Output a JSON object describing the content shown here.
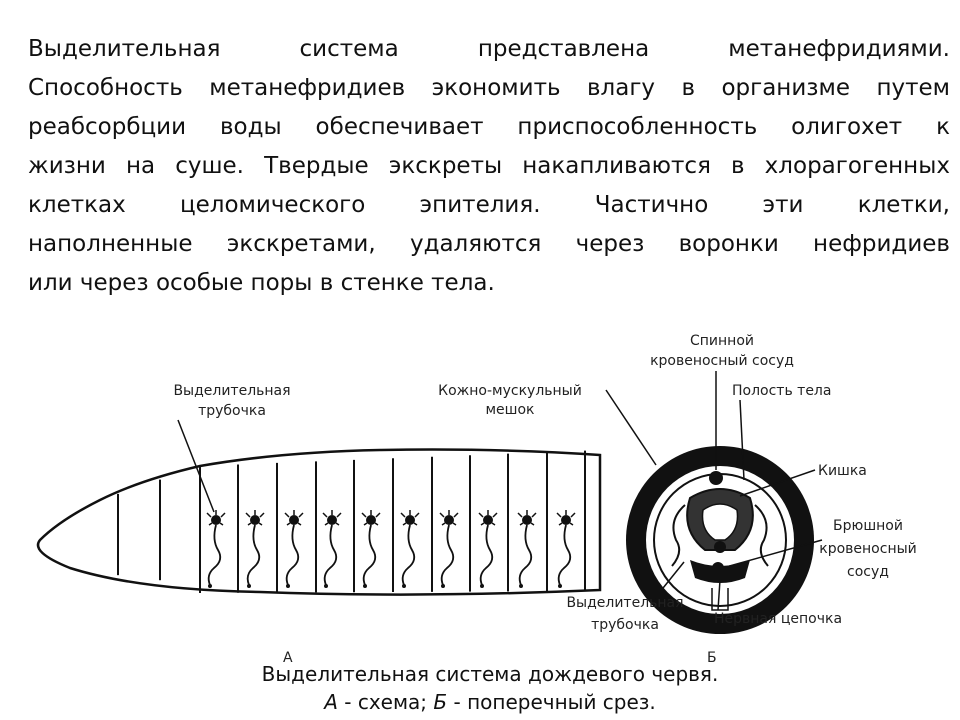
{
  "paragraph": {
    "lines": [
      "Выделительная система представлена метанефридиями.",
      "Способность метанефридиев экономить влагу в организме путем",
      "реабсорбции воды обеспечивает приспособленность олигохет к",
      "жизни на суше. Твердые экскреты накапливаются в хлорагогенных",
      "клетках целомического эпителия. Частично эти клетки,",
      "наполненные экскретами, удаляются через воронки нефридиев",
      "или через особые поры в стенке тела."
    ]
  },
  "figure": {
    "panel_a": {
      "label": "А",
      "callouts": {
        "excretory_tube_1": "Выделительная",
        "excretory_tube_2": "трубочка"
      }
    },
    "panel_b": {
      "label": "Б",
      "callouts": {
        "dorsal_vessel_1": "Спинной",
        "dorsal_vessel_2": "кровеносный сосуд",
        "skin_muscle_sac_1": "Кожно-мускульный",
        "skin_muscle_sac_2": "мешок",
        "body_cavity": "Полость тела",
        "intestine": "Кишка",
        "ventral_vessel_1": "Брюшной",
        "ventral_vessel_2": "кровеносный",
        "ventral_vessel_3": "сосуд",
        "excretory_tube_1": "Выделительная",
        "excretory_tube_2": "трубочка",
        "nerve_chain": "Нервная цепочка"
      }
    },
    "caption": {
      "line1": "Выделительная система дождевого червя.",
      "a": "А",
      "a_text": " - схема; ",
      "b": "Б",
      "b_text": " - поперечный срез."
    }
  }
}
